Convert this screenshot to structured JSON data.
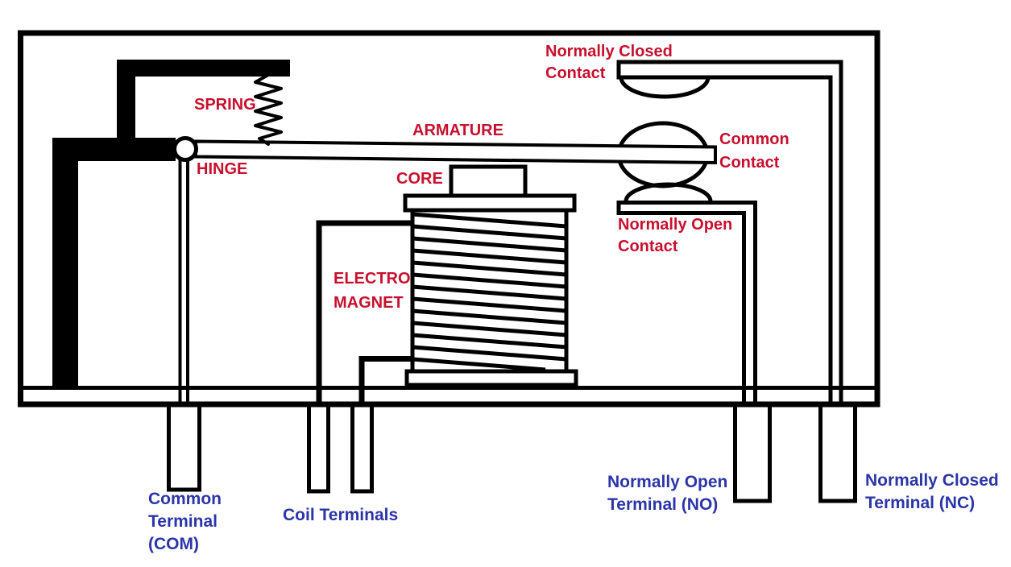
{
  "diagram": {
    "name": "relay-internal-structure-diagram",
    "colors": {
      "label_red": "#c8102e",
      "label_blue": "#2b35a8",
      "line": "#000000",
      "background": "#ffffff"
    },
    "part_labels": {
      "spring": "SPRING",
      "hinge": "HINGE",
      "armature": "ARMATURE",
      "core": "CORE",
      "electromagnet": "ELECTRO\nMAGNET",
      "nc_contact": "Normally Closed\nContact",
      "common_contact": "Common\nContact",
      "no_contact": "Normally Open\nContact"
    },
    "terminal_labels": {
      "common": "Common\nTerminal\n(COM)",
      "coil": "Coil Terminals",
      "no": "Normally Open\nTerminal (NO)",
      "nc": "Normally Closed\nTerminal (NC)"
    }
  }
}
